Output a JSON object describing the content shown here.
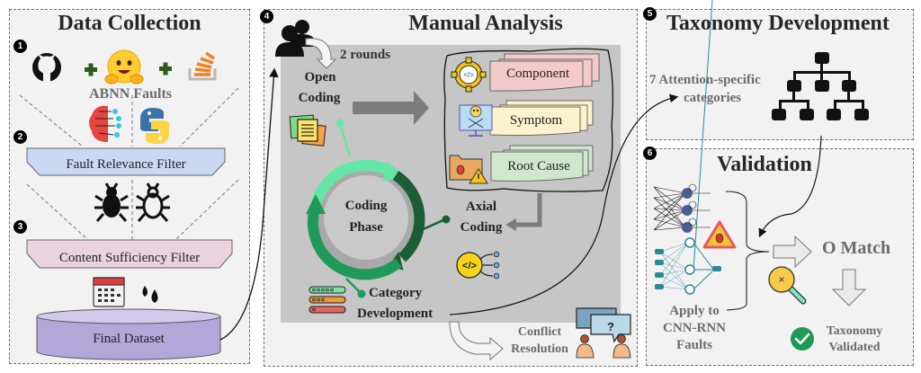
{
  "panels": {
    "data_collection": {
      "step": "1",
      "title": "Data Collection",
      "sources_label": "ABNN Faults",
      "source_icons": [
        "github-icon",
        "huggingface-icon",
        "stackoverflow-icon"
      ],
      "step2": "2",
      "filter1": "Fault Relevance Filter",
      "step3": "3",
      "filter2": "Content Sufficiency Filter",
      "dataset": "Final Dataset"
    },
    "manual_analysis": {
      "step": "4",
      "title": "Manual Analysis",
      "rounds": "2 rounds",
      "open_coding_1": "Open",
      "open_coding_2": "Coding",
      "cycle_center_1": "Coding",
      "cycle_center_2": "Phase",
      "axial_1": "Axial",
      "axial_2": "Coding",
      "category_1": "Category",
      "category_2": "Development",
      "categories": [
        "Component",
        "Symptom",
        "Root Cause"
      ],
      "conflict_1": "Conflict",
      "conflict_2": "Resolution"
    },
    "taxonomy": {
      "step": "5",
      "title": "Taxonomy Development",
      "note_1": "7 Attention-specific",
      "note_2": "categories"
    },
    "validation": {
      "step": "6",
      "title": "Validation",
      "apply_1": "Apply to",
      "apply_2": "CNN-RNN",
      "apply_3": "Faults",
      "match": "O Match",
      "result_1": "Taxonomy",
      "result_2": "Validated"
    }
  },
  "colors": {
    "filter1_fill": "#c9d9f3",
    "filter2_fill": "#ead3df",
    "dataset_fill": "#b3a6d9",
    "component_fill": "#f4c9cb",
    "symptom_fill": "#fdf2cc",
    "rootcause_fill": "#cfe8cc",
    "cycle_light": "#63e6a6",
    "cycle_mid": "#1f9a58",
    "cycle_dark": "#1b5e35",
    "check_green": "#1e9a55"
  }
}
